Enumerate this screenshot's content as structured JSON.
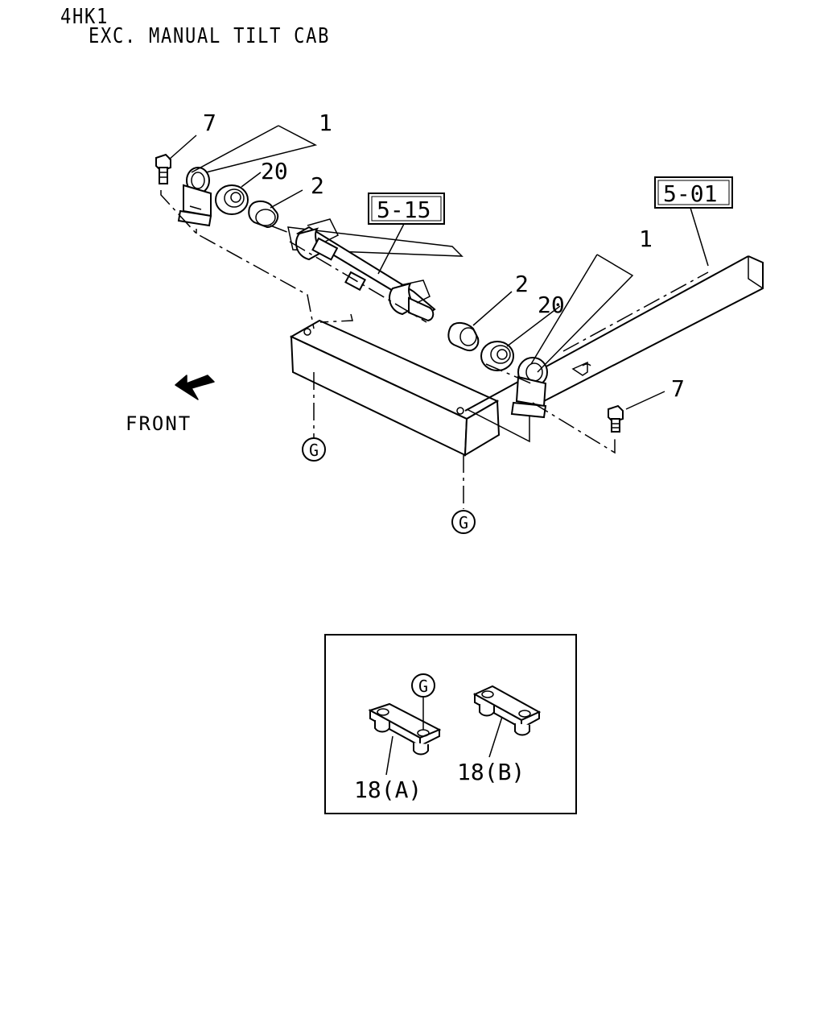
{
  "header": {
    "line1": "4HK1",
    "line2": "EXC. MANUAL TILT CAB"
  },
  "refs": {
    "ref_a": "5-15",
    "ref_b": "5-01"
  },
  "callouts": {
    "bolt_left": "7",
    "bracket_left": "1",
    "bushing_outer_left": "20",
    "bushing_inner_left": "2",
    "bracket_right": "1",
    "bushing_inner_right": "2",
    "bushing_outer_right": "20",
    "bolt_right": "7"
  },
  "direction": {
    "label": "FRONT"
  },
  "ground_markers": {
    "marker_a": "G",
    "marker_b": "G",
    "marker_inset": "G"
  },
  "inset": {
    "label_a": "18(A)",
    "label_b": "18(B)"
  }
}
